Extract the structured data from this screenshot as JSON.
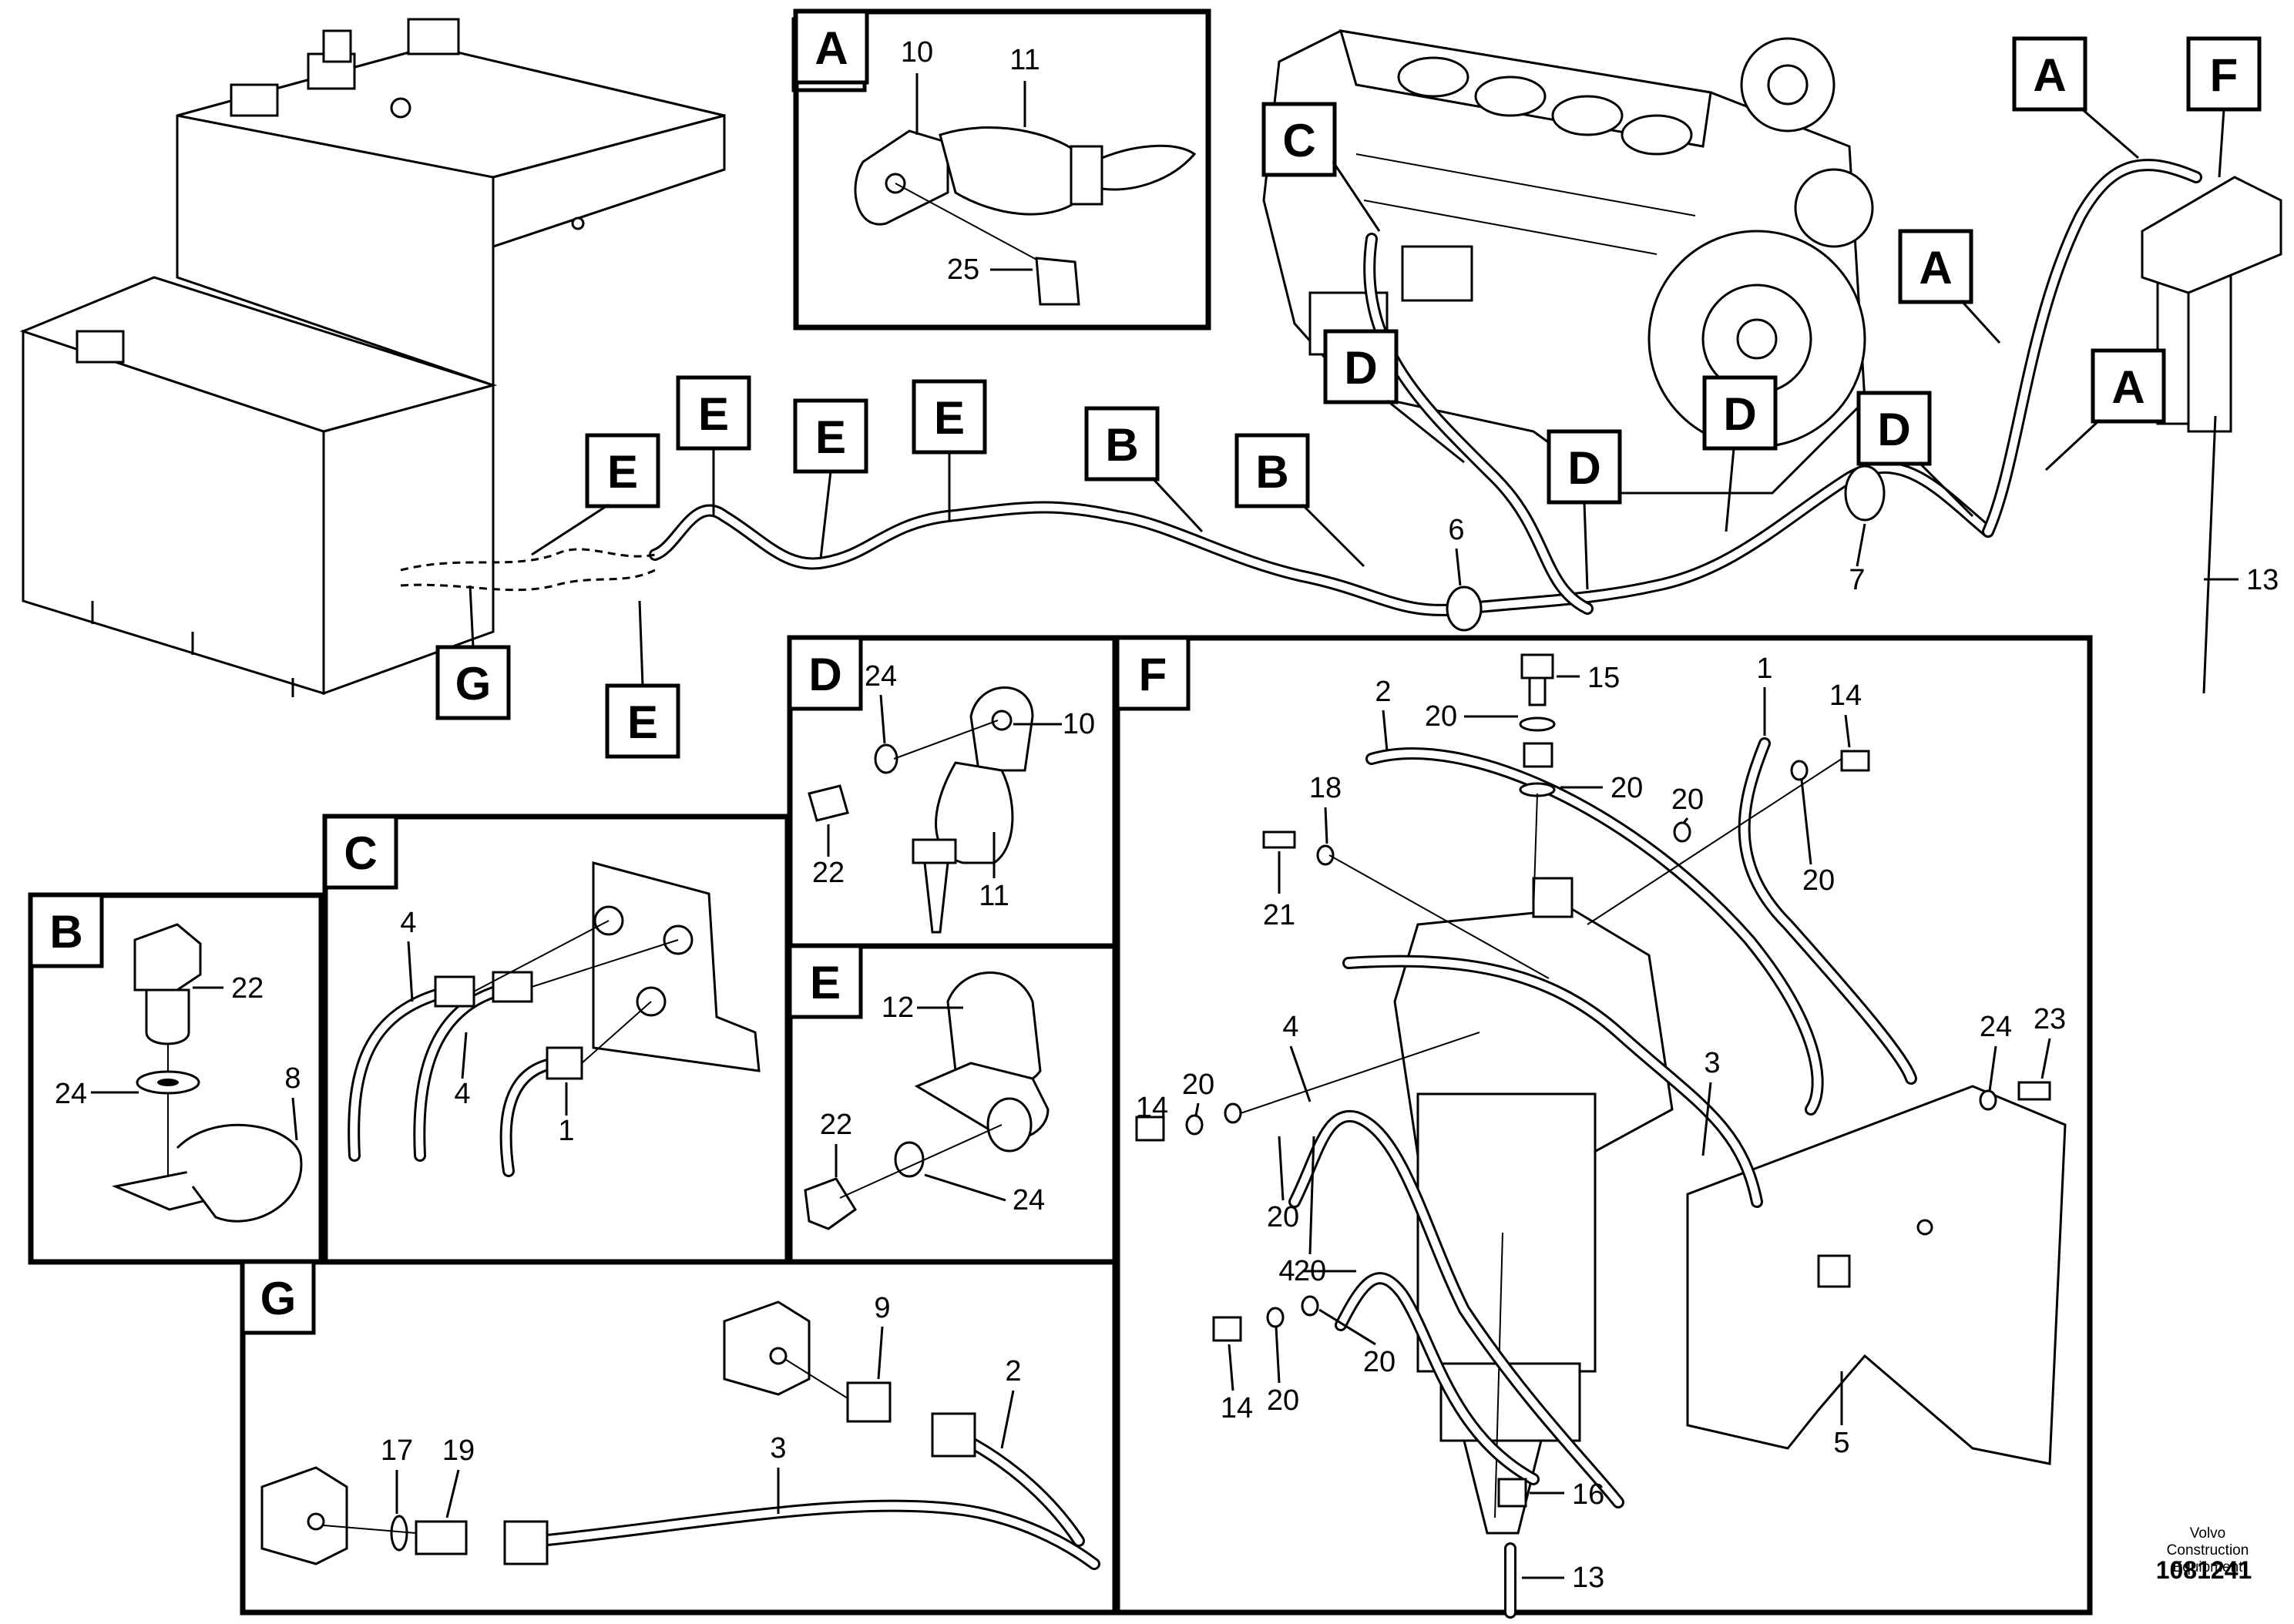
{
  "brand": {
    "line1": "Volvo Construction",
    "line2": "Equipment"
  },
  "doc_number": "1081241",
  "overview": {
    "callouts": [
      "A",
      "A",
      "A",
      "A",
      "F",
      "C",
      "D",
      "D",
      "D",
      "D",
      "B",
      "B",
      "E",
      "E",
      "E",
      "E",
      "E",
      "G"
    ],
    "numbers": [
      "6",
      "7",
      "13"
    ]
  },
  "detail_A": {
    "letter": "A",
    "labels": [
      "10",
      "11",
      "25"
    ]
  },
  "detail_B": {
    "letter": "B",
    "labels": [
      "22",
      "24",
      "8"
    ]
  },
  "detail_C": {
    "letter": "C",
    "labels": [
      "4",
      "4",
      "1"
    ]
  },
  "detail_D": {
    "letter": "D",
    "labels": [
      "24",
      "10",
      "22",
      "11"
    ]
  },
  "detail_E": {
    "letter": "E",
    "labels": [
      "12",
      "22",
      "24"
    ]
  },
  "detail_F": {
    "letter": "F",
    "labels": [
      "2",
      "15",
      "20",
      "20",
      "18",
      "21",
      "1",
      "14",
      "20",
      "20",
      "20",
      "24",
      "23",
      "3",
      "4",
      "14",
      "20",
      "20",
      "4",
      "14",
      "20",
      "20",
      "5",
      "16",
      "13"
    ]
  },
  "detail_G": {
    "letter": "G",
    "labels": [
      "9",
      "2",
      "17",
      "19",
      "3"
    ]
  }
}
